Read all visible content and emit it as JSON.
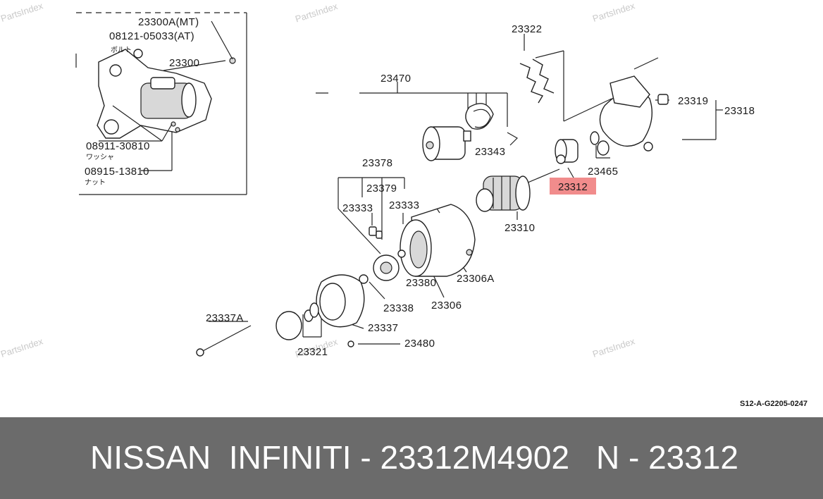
{
  "watermark": "PartsIndex",
  "diagram_ref": "S12-A-G2205-0247",
  "inset_labels": {
    "l1": "23300A(MT)",
    "l2": "08121-05033(AT)",
    "l3": "ボルト",
    "l4": "23300",
    "l5": "08911-30810",
    "l6": "ワッシャ",
    "l7": "08915-13810",
    "l8": "ナット"
  },
  "part_labels": {
    "p23322": "23322",
    "p23470": "23470",
    "p23319": "23319",
    "p23318": "23318",
    "p23343": "23343",
    "p23465": "23465",
    "p23312": "23312",
    "p23378": "23378",
    "p23379": "23379",
    "p23333a": "23333",
    "p23333b": "23333",
    "p23310": "23310",
    "p23306A": "23306A",
    "p23380": "23380",
    "p23306": "23306",
    "p23338": "23338",
    "p23337A": "23337A",
    "p23337": "23337",
    "p23321": "23321",
    "p23480": "23480"
  },
  "highlight_color": "#f08080",
  "footer": {
    "brand_part": "NISSAN  INFINITI - 23312M4902",
    "short_code": "N - 23312"
  }
}
